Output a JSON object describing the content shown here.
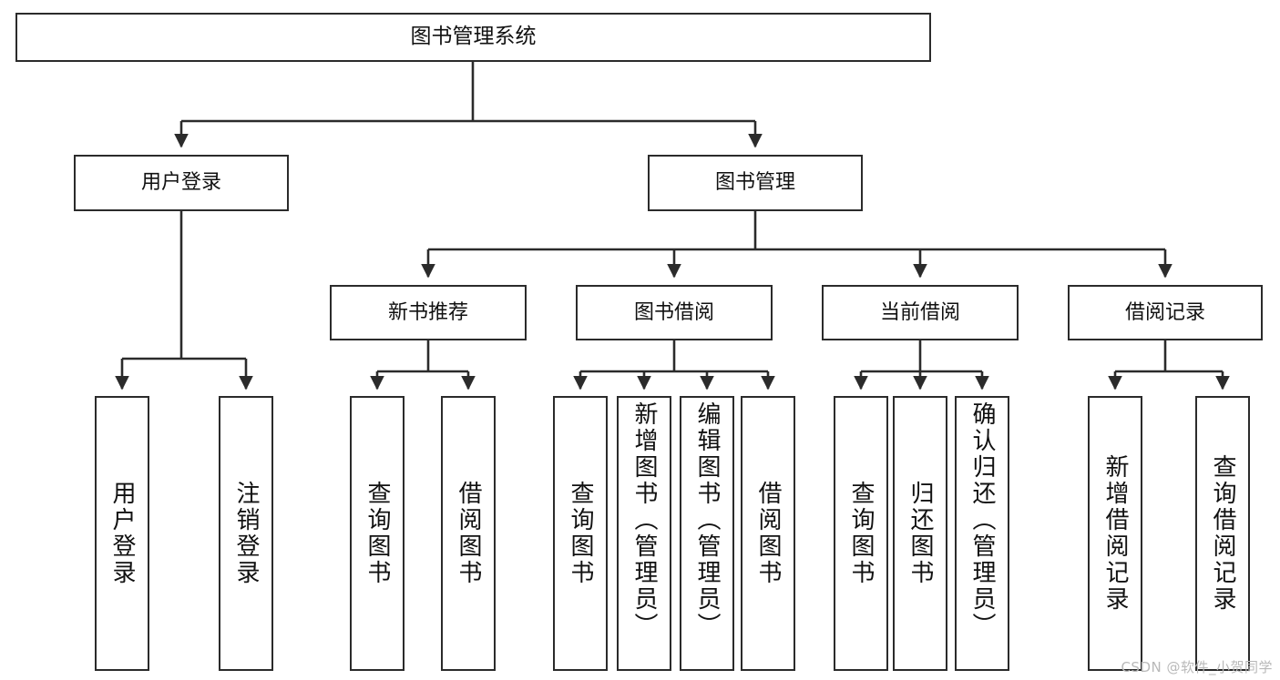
{
  "diagram": {
    "title": "图书管理系统",
    "type": "tree",
    "root": {
      "label": "图书管理系统"
    },
    "level2": [
      {
        "id": "user-login",
        "label": "用户登录"
      },
      {
        "id": "book-manage",
        "label": "图书管理"
      }
    ],
    "level3": [
      {
        "id": "new-book",
        "label": "新书推荐",
        "parent": "book-manage"
      },
      {
        "id": "book-borrow",
        "label": "图书借阅",
        "parent": "book-manage"
      },
      {
        "id": "current-borrow",
        "label": "当前借阅",
        "parent": "book-manage"
      },
      {
        "id": "borrow-record",
        "label": "借阅记录",
        "parent": "book-manage"
      }
    ],
    "leaves": [
      {
        "id": "leaf-user-login",
        "label": "用户登录",
        "parent": "user-login"
      },
      {
        "id": "leaf-user-logout",
        "label": "注销登录",
        "parent": "user-login"
      },
      {
        "id": "leaf-query-book-1",
        "label": "查询图书",
        "parent": "new-book"
      },
      {
        "id": "leaf-borrow-book-1",
        "label": "借阅图书",
        "parent": "new-book"
      },
      {
        "id": "leaf-query-book-2",
        "label": "查询图书",
        "parent": "book-borrow"
      },
      {
        "id": "leaf-add-book",
        "label": "新增图书（管理员）",
        "parent": "book-borrow"
      },
      {
        "id": "leaf-edit-book",
        "label": "编辑图书（管理员）",
        "parent": "book-borrow"
      },
      {
        "id": "leaf-borrow-book-2",
        "label": "借阅图书",
        "parent": "book-borrow"
      },
      {
        "id": "leaf-query-book-3",
        "label": "查询图书",
        "parent": "current-borrow"
      },
      {
        "id": "leaf-return-book",
        "label": "归还图书",
        "parent": "current-borrow"
      },
      {
        "id": "leaf-confirm-return",
        "label": "确认归还（管理员）",
        "parent": "current-borrow"
      },
      {
        "id": "leaf-add-record",
        "label": "新增借阅记录",
        "parent": "borrow-record"
      },
      {
        "id": "leaf-query-record",
        "label": "查询借阅记录",
        "parent": "borrow-record"
      }
    ]
  },
  "watermark": {
    "text": "CSDN @软件_小贺同学"
  },
  "colors": {
    "border": "#2b2b2b",
    "background": "#ffffff",
    "text": "#111111",
    "edge": "#2b2b2b",
    "watermark": "#b9b9b9"
  }
}
